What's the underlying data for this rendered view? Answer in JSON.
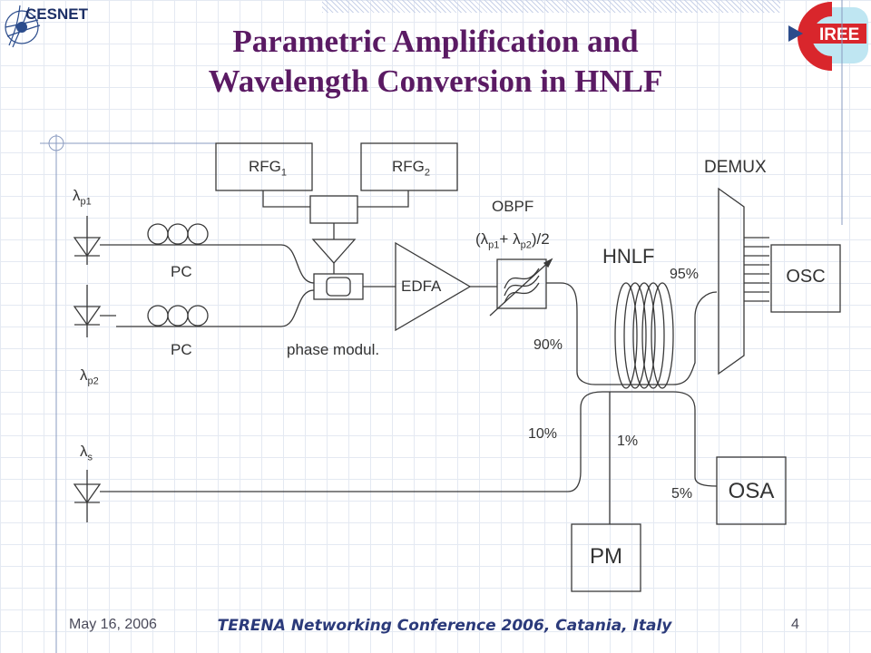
{
  "title_line1": "Parametric Amplification and",
  "title_line2": "Wavelength Conversion in HNLF",
  "logos": {
    "left": "CESNET",
    "right": "IREE"
  },
  "labels": {
    "rfg1": "RFG",
    "rfg1_sub": "1",
    "rfg2": "RFG",
    "rfg2_sub": "2",
    "lambda_p1": "λ",
    "lambda_p1_sub": "p1",
    "lambda_p2": "λ",
    "lambda_p2_sub": "p2",
    "lambda_s": "λ",
    "lambda_s_sub": "s",
    "pc_top": "PC",
    "pc_bottom": "PC",
    "phase_modul": "phase modul.",
    "edfa": "EDFA",
    "obpf": "OBPF",
    "obpf_formula_open": "(λ",
    "obpf_formula_sub1": "p1",
    "obpf_formula_mid": "+ λ",
    "obpf_formula_sub2": "p2",
    "obpf_formula_close": ")/2",
    "hnlf": "HNLF",
    "demux": "DEMUX",
    "osc": "OSC",
    "osa": "OSA",
    "pm": "PM",
    "pct_95": "95%",
    "pct_90": "90%",
    "pct_10": "10%",
    "pct_1": "1%",
    "pct_5": "5%"
  },
  "footer": {
    "date": "May 16, 2006",
    "conference": "TERENA Networking Conference 2006, Catania, Italy",
    "page": "4"
  },
  "colors": {
    "title": "#5a1a63",
    "line": "#3a3a3a",
    "grid": "#e4e9f2",
    "iree_red": "#d9262c",
    "cesnet_blue": "#2b4c8c"
  }
}
